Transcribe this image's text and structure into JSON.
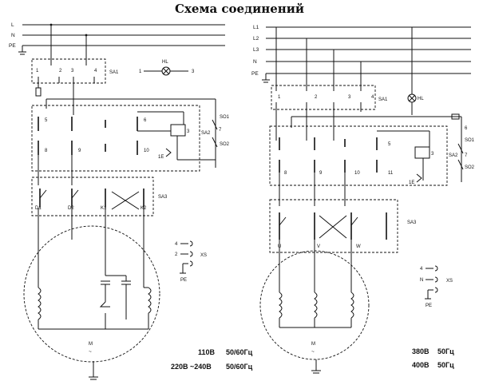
{
  "title": "Схема соединений",
  "left": {
    "lines": [
      "L",
      "N",
      "PE"
    ],
    "sa1": "SA1",
    "sa1_terms": [
      "1",
      "2",
      "3",
      "4"
    ],
    "hl": "HL",
    "hl_terms": [
      "1",
      "3"
    ],
    "sw_terms_top": [
      "5",
      "6"
    ],
    "sw_terms_bot": [
      "8",
      "9",
      "10"
    ],
    "sa2": "SA2",
    "so1": "SO1",
    "so2": "SO2",
    "seven": "7",
    "em": "1E",
    "sa3": "SA3",
    "contacts": [
      "D1",
      "D2",
      "K1",
      "K2"
    ],
    "xs": "XS",
    "xs_terms": [
      "4",
      "2"
    ],
    "pe": "PE",
    "motor": "M",
    "motor_sym": "~",
    "spec": [
      {
        "voltage": "110В",
        "freq": "50/60Гц"
      },
      {
        "voltage": "220В ~240В",
        "freq": "50/60Гц"
      }
    ]
  },
  "right": {
    "lines": [
      "L1",
      "L2",
      "L3",
      "N",
      "PE"
    ],
    "sa1": "SA1",
    "sa1_terms": [
      "1",
      "2",
      "3",
      "4"
    ],
    "hl": "HL",
    "sw_terms_top": [
      "5"
    ],
    "sw_terms_bot": [
      "8",
      "9",
      "10",
      "11"
    ],
    "sa2": "SA2",
    "so1": "SO1",
    "so2": "SO2",
    "six": "6",
    "seven": "7",
    "em": "1E",
    "sa3": "SA3",
    "contacts": [
      "U",
      "V",
      "W"
    ],
    "xs": "XS",
    "xs_terms": [
      "4",
      "N"
    ],
    "pe": "PE",
    "motor": "M",
    "motor_sym": "~",
    "spec": [
      {
        "voltage": "380В",
        "freq": "50Гц"
      },
      {
        "voltage": "400В",
        "freq": "50Гц"
      }
    ]
  }
}
